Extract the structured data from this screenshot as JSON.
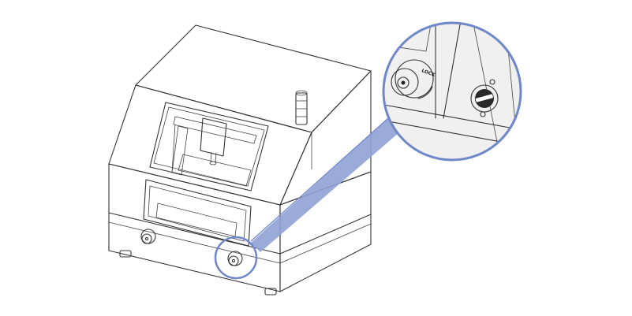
{
  "diagram": {
    "callout_label": "LOCK",
    "colors": {
      "outline": "#333333",
      "face_light": "#f2f2f2",
      "face_mid": "#e6e6e6",
      "face_dark": "#d6d6d6",
      "window_light": "#f7f7f7",
      "highlight": "#6f86c8",
      "highlight_fill": "#8fa2d6"
    },
    "icons": [
      "machine-body",
      "caster-lock-knob",
      "keyed-lock",
      "magnifier-callout"
    ]
  }
}
